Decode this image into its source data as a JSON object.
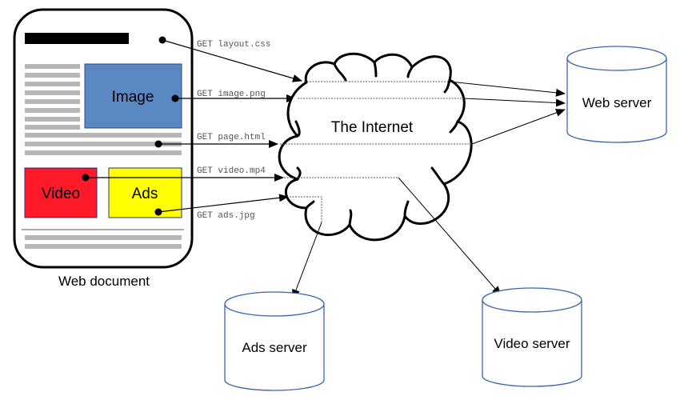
{
  "document": {
    "label": "Web document",
    "blocks": {
      "image": "Image",
      "video": "Video",
      "ads": "Ads"
    }
  },
  "cloud": {
    "label": "The Internet"
  },
  "servers": {
    "web": "Web server",
    "ads": "Ads server",
    "video": "Video server"
  },
  "requests": [
    {
      "label": "GET layout.css",
      "target": "web"
    },
    {
      "label": "GET image.png",
      "target": "web"
    },
    {
      "label": "GET page.html",
      "target": "web"
    },
    {
      "label": "GET video.mp4",
      "target": "video"
    },
    {
      "label": "GET ads.jpg",
      "target": "ads"
    }
  ],
  "colors": {
    "image_fill": "#5b88c2",
    "video_fill": "#ff1a2a",
    "ads_fill": "#ffff00",
    "text_lines": "#b7b7b7",
    "server_stroke": "#3c63ad",
    "title_bar": "#000000"
  }
}
